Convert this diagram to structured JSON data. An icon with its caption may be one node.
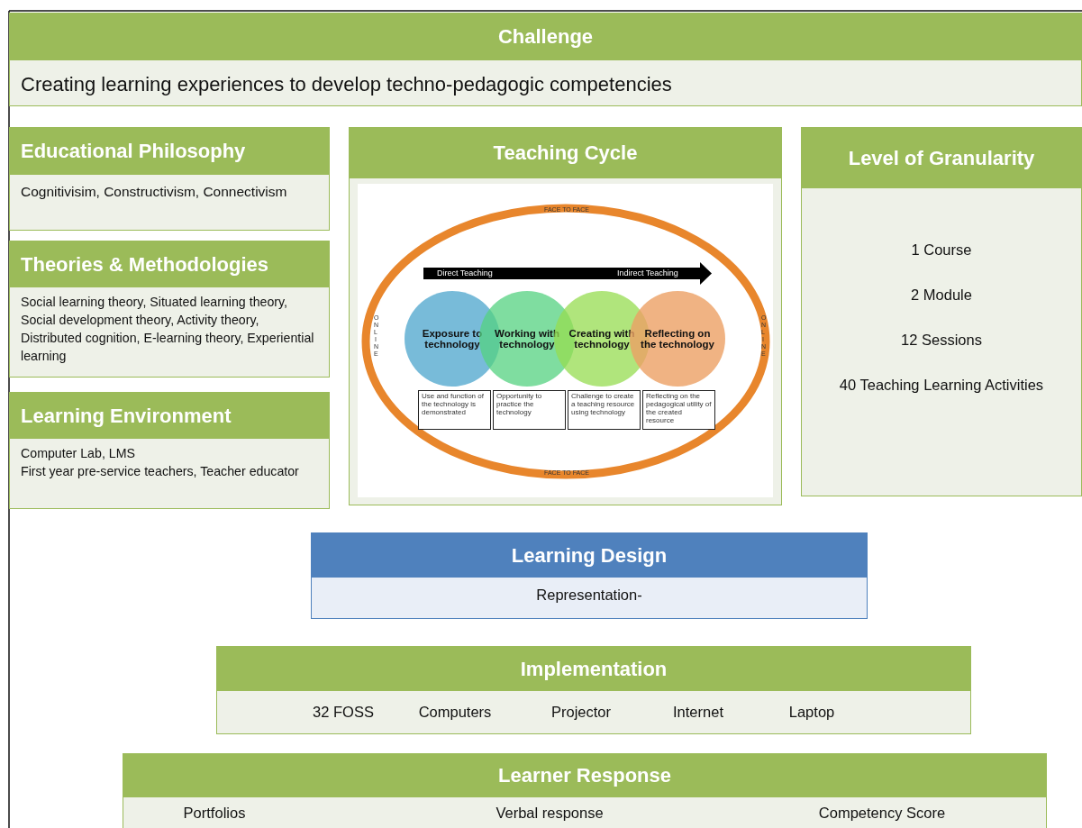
{
  "diagram": {
    "nodes": [
      {
        "text": [
          "Challenge",
          "Creating learning experiences to develop techno-pedagogic competencies"
        ]
      },
      {
        "text": [
          "Educational Philosophy",
          "Cognitivisim, Constructivism, Connectivism"
        ]
      },
      {
        "text": [
          "Theories & Methodologies",
          "Social learning theory, Situated learning theory, Social development theory, Activity theory, Distributed cognition, E-learning theory, Experiential learning"
        ]
      },
      {
        "text": [
          "Learning Environment",
          "Computer Lab, LMS",
          "First year pre-service teachers, Teacher educator"
        ]
      },
      {
        "text": [
          "Teaching Cycle"
        ]
      },
      {
        "text": [
          "FACE TO FACE",
          "ONLINE",
          "ONLINE",
          "FACE TO FACE"
        ],
        "in": 4
      },
      {
        "text": [
          "Exposure to technology"
        ],
        "in": 5
      },
      {
        "text": [
          "Working with technology"
        ],
        "in": 5
      },
      {
        "text": [
          "Creating with technology"
        ],
        "in": 5
      },
      {
        "text": [
          "Reflecting on the technology"
        ],
        "in": 5
      },
      {
        "text": [
          "Use and function of the technology is demonstrated"
        ],
        "in": 5
      },
      {
        "text": [
          "Opportunity to practice the technology"
        ],
        "in": 5
      },
      {
        "text": [
          "Challenge to create a teaching resource using technology"
        ],
        "in": 5
      },
      {
        "text": [
          "Reflecting on the pedagogical utility of the created resource"
        ],
        "in": 5
      },
      {
        "text": [
          "Level of Granularity",
          "1 Course",
          "2 Module",
          "12 Sessions",
          "40 Teaching Learning Activities"
        ]
      },
      {
        "text": [
          "Learning Design",
          "Representation-"
        ]
      },
      {
        "text": [
          "Implementation",
          "32 FOSS",
          "Computers",
          "Projector",
          "Internet",
          "Laptop"
        ]
      },
      {
        "text": [
          "Learner Response",
          "Portfolios",
          "Verbal response",
          "Competency Score"
        ]
      }
    ],
    "edges": [],
    "labels": [
      "Direct Teaching",
      "Indirect Teaching"
    ]
  }
}
